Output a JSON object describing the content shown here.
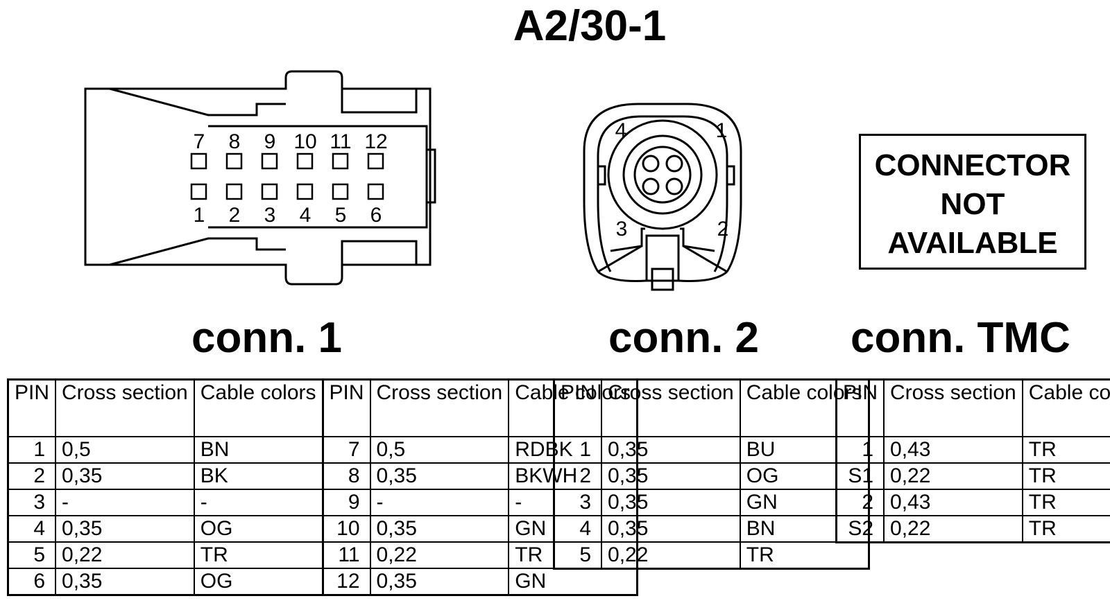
{
  "title": "A2/30-1",
  "diagram1": {
    "top_labels": [
      "7",
      "8",
      "9",
      "10",
      "11",
      "12"
    ],
    "bottom_labels": [
      "1",
      "2",
      "3",
      "4",
      "5",
      "6"
    ]
  },
  "diagram2": {
    "labels": [
      "4",
      "1",
      "3",
      "2"
    ]
  },
  "not_available": {
    "lines": [
      "CONNECTOR",
      "NOT",
      "AVAILABLE"
    ]
  },
  "conn1": {
    "title": "conn. 1",
    "headers": [
      "PIN",
      "Cross section",
      "Cable colors",
      "PIN",
      "Cross section",
      "Cable colors"
    ],
    "rows": [
      [
        "1",
        "0,5",
        "BN",
        "7",
        "0,5",
        "RDBK"
      ],
      [
        "2",
        "0,35",
        "BK",
        "8",
        "0,35",
        "BKWH"
      ],
      [
        "3",
        "-",
        "-",
        "9",
        "-",
        "-"
      ],
      [
        "4",
        "0,35",
        "OG",
        "10",
        "0,35",
        "GN"
      ],
      [
        "5",
        "0,22",
        "TR",
        "11",
        "0,22",
        "TR"
      ],
      [
        "6",
        "0,35",
        "OG",
        "12",
        "0,35",
        "GN"
      ]
    ]
  },
  "conn2": {
    "title": "conn. 2",
    "headers": [
      "PIN",
      "Cross section",
      "Cable colors"
    ],
    "rows": [
      [
        "1",
        "0,35",
        "BU"
      ],
      [
        "2",
        "0,35",
        "OG"
      ],
      [
        "3",
        "0,35",
        "GN"
      ],
      [
        "4",
        "0,35",
        "BN"
      ],
      [
        "5",
        "0,22",
        "TR"
      ]
    ]
  },
  "conn_tmc": {
    "title": "conn. TMC",
    "headers": [
      "PIN",
      "Cross section",
      "Cable colors"
    ],
    "rows": [
      [
        "1",
        "0,43",
        "TR"
      ],
      [
        "S1",
        "0,22",
        "TR"
      ],
      [
        "2",
        "0,43",
        "TR"
      ],
      [
        "S2",
        "0,22",
        "TR"
      ]
    ]
  }
}
